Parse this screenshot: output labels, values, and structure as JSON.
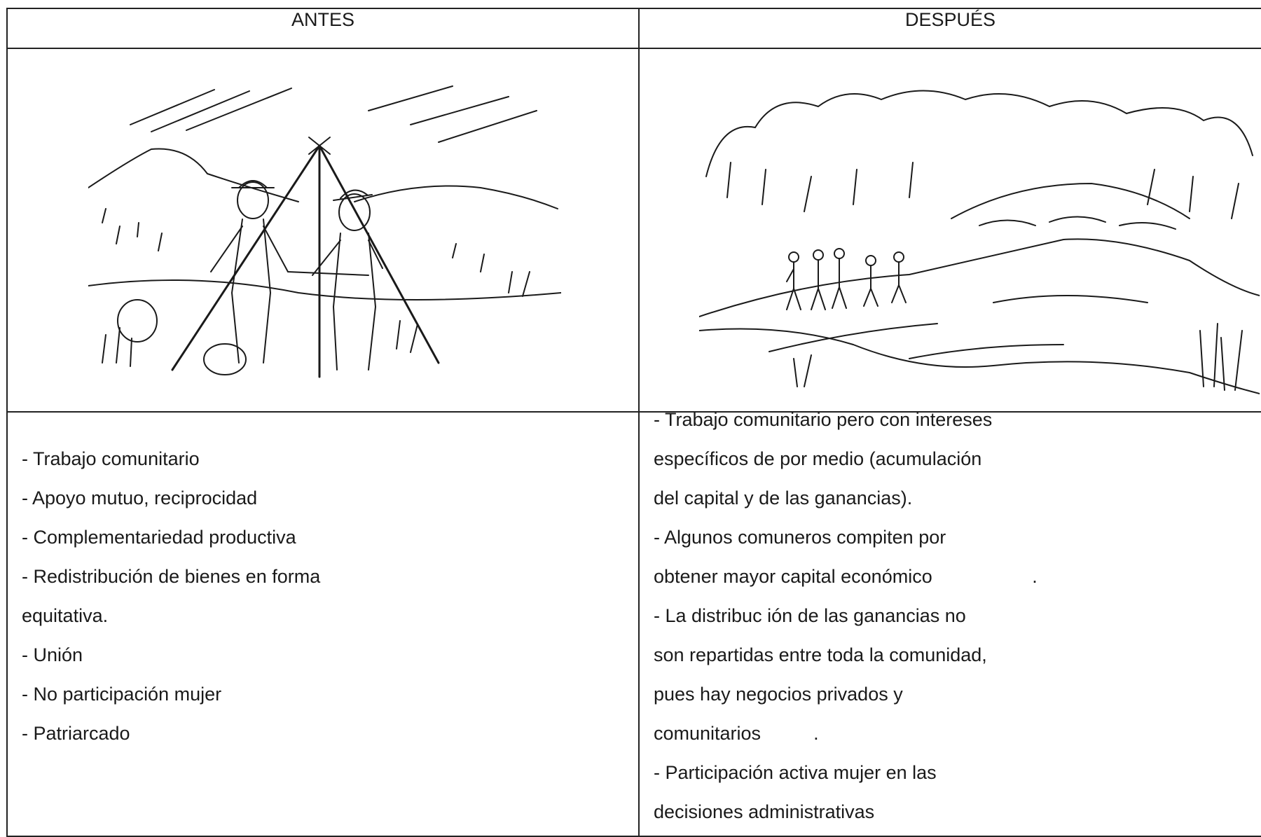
{
  "table": {
    "headers": {
      "before": "ANTES",
      "after": "DESPUÉS"
    },
    "before_items": [
      "- Trabajo comunitario",
      "- Apoyo mutuo, reciprocidad",
      "- Complementariedad productiva",
      "- Redistribución de bienes en forma",
      "equitativa.",
      "- Unión",
      "- No participación mujer",
      "- Patriarcado"
    ],
    "after_items": [
      "- Trabajo comunitario pero con intereses",
      "específicos de por medio (acumulación",
      "del capital y de las ganancias).",
      "- Algunos comuneros compiten por",
      "obtener mayor capital económico                   .",
      "- La distribuc ión de las ganancias no",
      "son repartidas entre toda la comunidad,",
      "pues hay negocios privados y",
      "comunitarios          .",
      "- Participación activa mujer en las",
      "decisiones administrativas"
    ]
  },
  "illustrations": {
    "before": "sketch-two-men-measuring-tripod",
    "after": "sketch-group-walking-by-river"
  }
}
